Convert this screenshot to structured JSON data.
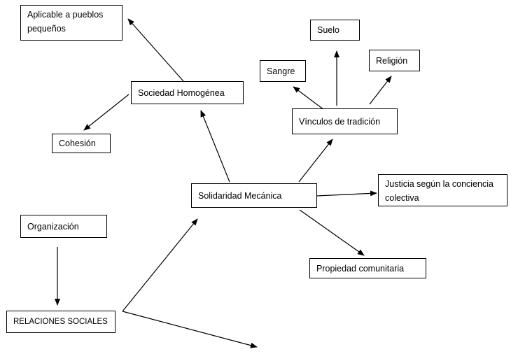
{
  "diagram": {
    "nodes": {
      "pueblos": "Aplicable a pueblos pequeños",
      "homogenea": "Sociedad Homogénea",
      "cohesion": "Cohesión",
      "suelo": "Suelo",
      "sangre": "Sangre",
      "religion": "Religión",
      "vinculos": "Vínculos de tradición",
      "mecanica": "Solidaridad Mecánica",
      "justicia": "Justicia según la conciencia colectiva",
      "organizacion": "Organización",
      "propiedad": "Propiedad comunitaria",
      "relaciones": "RELACIONES SOCIALES"
    },
    "edges": [
      {
        "from": "homogenea",
        "to": "pueblos"
      },
      {
        "from": "homogenea",
        "to": "cohesion"
      },
      {
        "from": "mecanica",
        "to": "homogenea"
      },
      {
        "from": "mecanica",
        "to": "vinculos"
      },
      {
        "from": "mecanica",
        "to": "justicia"
      },
      {
        "from": "mecanica",
        "to": "propiedad"
      },
      {
        "from": "vinculos",
        "to": "sangre"
      },
      {
        "from": "vinculos",
        "to": "suelo"
      },
      {
        "from": "vinculos",
        "to": "religion"
      },
      {
        "from": "organizacion",
        "to": "relaciones"
      },
      {
        "from": "relaciones",
        "to": "mecanica"
      },
      {
        "from": "relaciones",
        "to": "open-end"
      }
    ]
  }
}
